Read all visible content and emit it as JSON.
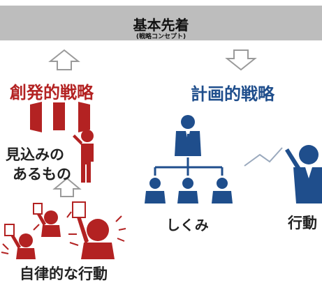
{
  "header": {
    "title": "基本先着",
    "subtitle": "(戦略コンセプト)"
  },
  "left": {
    "title": "創発的戦略",
    "expected_line1": "見込みの",
    "expected_line2": "あるもの",
    "bottom_label": "自律的な行動"
  },
  "right": {
    "title": "計画的戦略",
    "org_label": "しくみ",
    "action_label": "行動"
  },
  "colors": {
    "red": "#b32222",
    "blue": "#1f4e8c",
    "header_bg": "#bdbdbd"
  }
}
